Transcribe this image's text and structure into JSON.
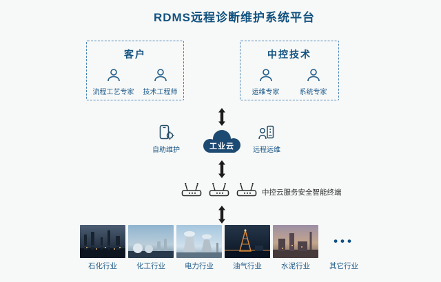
{
  "title": "RDMS远程诊断维护系统平台",
  "groups": {
    "customer": {
      "title": "客户",
      "members": [
        "流程工艺专家",
        "技术工程师"
      ]
    },
    "supcon": {
      "title": "中控技术",
      "members": [
        "运维专家",
        "系统专家"
      ]
    }
  },
  "platform": {
    "self_service_label": "自助维护",
    "cloud_label": "工业云",
    "remote_ops_label": "远程运维",
    "terminal_label": "中控云服务安全智能终端"
  },
  "industries": [
    "石化行业",
    "化工行业",
    "电力行业",
    "油气行业",
    "水泥行业",
    "其它行业"
  ],
  "ellipsis": "•••",
  "colors": {
    "accent": "#12527f",
    "cloud": "#1d4a73",
    "arrow": "#1c1c1c"
  }
}
